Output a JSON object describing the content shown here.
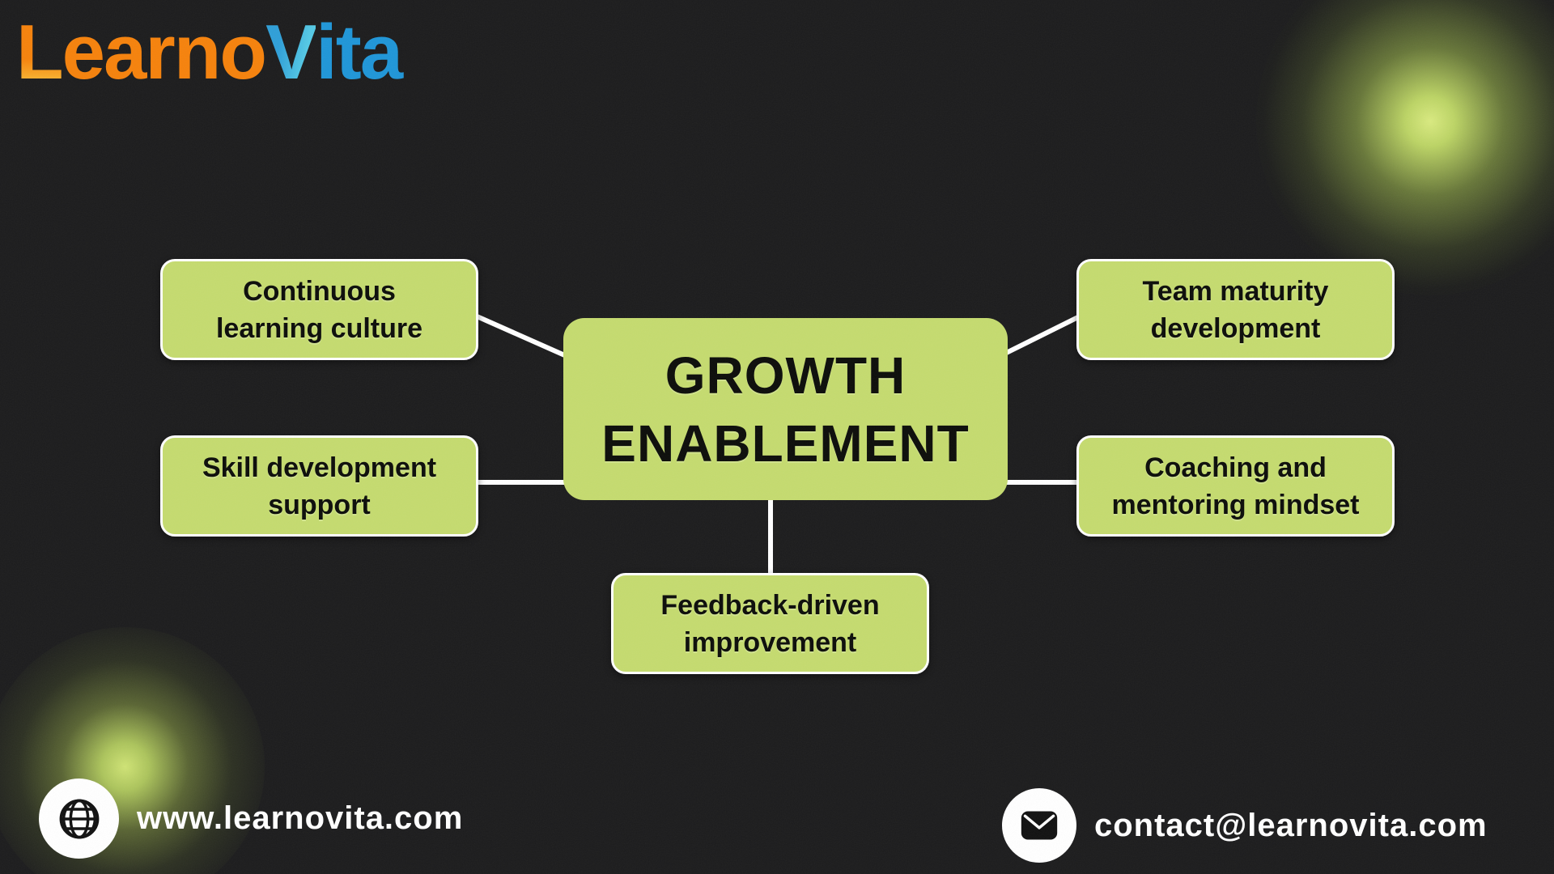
{
  "brand": {
    "logo": {
      "l": "L",
      "earno": "earno",
      "v": "V",
      "ita": "ita"
    },
    "colors": {
      "orange": "#F6820C",
      "yellow": "#F9C84D",
      "cyan": "#55C9E5",
      "blue": "#1F96D8"
    }
  },
  "diagram": {
    "center_node": {
      "id": "growth-enablement",
      "lines": [
        "GROWTH",
        "ENABLEMENT"
      ]
    },
    "nodes": [
      {
        "id": "continuous-learning-culture",
        "position": "top-left",
        "lines": [
          "Continuous",
          "learning culture"
        ]
      },
      {
        "id": "team-maturity-development",
        "position": "top-right",
        "lines": [
          "Team maturity",
          "development"
        ]
      },
      {
        "id": "skill-development-support",
        "position": "middle-left",
        "lines": [
          "Skill development",
          "support"
        ]
      },
      {
        "id": "coaching-mentoring-mindset",
        "position": "middle-right",
        "lines": [
          "Coaching and",
          "mentoring mindset"
        ]
      },
      {
        "id": "feedback-driven-improvement",
        "position": "bottom-center",
        "lines": [
          "Feedback-driven",
          "improvement"
        ]
      }
    ],
    "colors": {
      "node_fill": "#C5DB6F",
      "node_border": "#FFFFFF",
      "connector": "#FFFFFF",
      "label_text": "#0C0D0A"
    }
  },
  "footer": {
    "website": "www.learnovita.com",
    "email": "contact@learnovita.com"
  },
  "background": {
    "base": "#1C1C1D",
    "glow": "#CFE375"
  }
}
